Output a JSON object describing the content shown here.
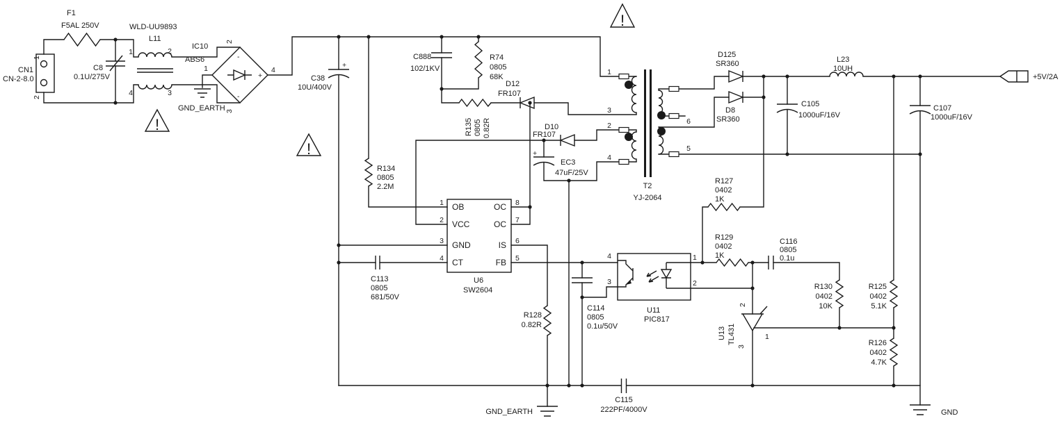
{
  "schematic": {
    "nets": {
      "vout": "+5V/2A",
      "gnd": "GND",
      "gnd_earth": "GND_EARTH"
    },
    "symbols": {
      "warning": "!",
      "plus": "+",
      "minus": "-"
    },
    "components": {
      "cn1": {
        "ref": "CN1",
        "value": "CN-2-8.0",
        "p1": "1",
        "p2": "2"
      },
      "f1": {
        "ref": "F1",
        "value": "F5AL 250V"
      },
      "c8": {
        "ref": "C8",
        "value": "0.1U/275V"
      },
      "l11": {
        "part": "WLD-UU9893",
        "ref": "L11",
        "p1": "1",
        "p2": "2",
        "p3": "3",
        "p4": "4"
      },
      "ic10": {
        "ref": "IC10",
        "part": "ABS6",
        "p1": "1",
        "p2": "2",
        "p3": "3",
        "p4": "4"
      },
      "c38": {
        "ref": "C38",
        "value": "10U/400V"
      },
      "r134": {
        "ref": "R134",
        "pkg": "0805",
        "value": "2.2M"
      },
      "c888": {
        "ref": "C888",
        "value": "102/1KV"
      },
      "r74": {
        "ref": "R74",
        "pkg": "0805",
        "value": "68K"
      },
      "r135": {
        "ref": "R135",
        "pkg": "0805",
        "value": "0.82R"
      },
      "d12": {
        "ref": "D12",
        "part": "FR107"
      },
      "d10": {
        "ref": "D10",
        "part": "FR107"
      },
      "ec3": {
        "ref": "EC3",
        "value": "47uF/25V"
      },
      "u6": {
        "ref": "U6",
        "part": "SW2604",
        "pins_left": [
          {
            "num": "1",
            "name": "OB"
          },
          {
            "num": "2",
            "name": "VCC"
          },
          {
            "num": "3",
            "name": "GND"
          },
          {
            "num": "4",
            "name": "CT"
          }
        ],
        "pins_right": [
          {
            "num": "8",
            "name": "OC"
          },
          {
            "num": "7",
            "name": "OC"
          },
          {
            "num": "6",
            "name": "IS"
          },
          {
            "num": "5",
            "name": "FB"
          }
        ]
      },
      "c113": {
        "ref": "C113",
        "pkg": "0805",
        "value": "681/50V"
      },
      "r128": {
        "ref": "R128",
        "value": "0.82R"
      },
      "c114": {
        "ref": "C114",
        "pkg": "0805",
        "value": "0.1u/50V"
      },
      "c115": {
        "ref": "C115",
        "value": "222PF/4000V"
      },
      "t2": {
        "ref": "T2",
        "part": "YJ-2064",
        "p1": "1",
        "p2": "2",
        "p3": "3",
        "p4": "4",
        "p5": "5",
        "p6": "6"
      },
      "d125": {
        "ref": "D125",
        "part": "SR360"
      },
      "d8": {
        "ref": "D8",
        "part": "SR360"
      },
      "c105": {
        "ref": "C105",
        "value": "1000uF/16V"
      },
      "l23": {
        "ref": "L23",
        "value": "10UH"
      },
      "c107": {
        "ref": "C107",
        "value": "1000uF/16V"
      },
      "r127": {
        "ref": "R127",
        "pkg": "0402",
        "value": "1K"
      },
      "u11": {
        "ref": "U11",
        "part": "PIC817",
        "p1": "1",
        "p2": "2",
        "p3": "3",
        "p4": "4"
      },
      "r129": {
        "ref": "R129",
        "pkg": "0402",
        "value": "1K"
      },
      "c116": {
        "ref": "C116",
        "pkg": "0805",
        "value": "0.1u"
      },
      "u13": {
        "ref": "U13",
        "part": "TL431",
        "p1": "1",
        "p2": "2",
        "p3": "3"
      },
      "r130": {
        "ref": "R130",
        "pkg": "0402",
        "value": "10K"
      },
      "r125": {
        "ref": "R125",
        "pkg": "0402",
        "value": "5.1K"
      },
      "r126": {
        "ref": "R126",
        "pkg": "0402",
        "value": "4.7K"
      }
    }
  }
}
